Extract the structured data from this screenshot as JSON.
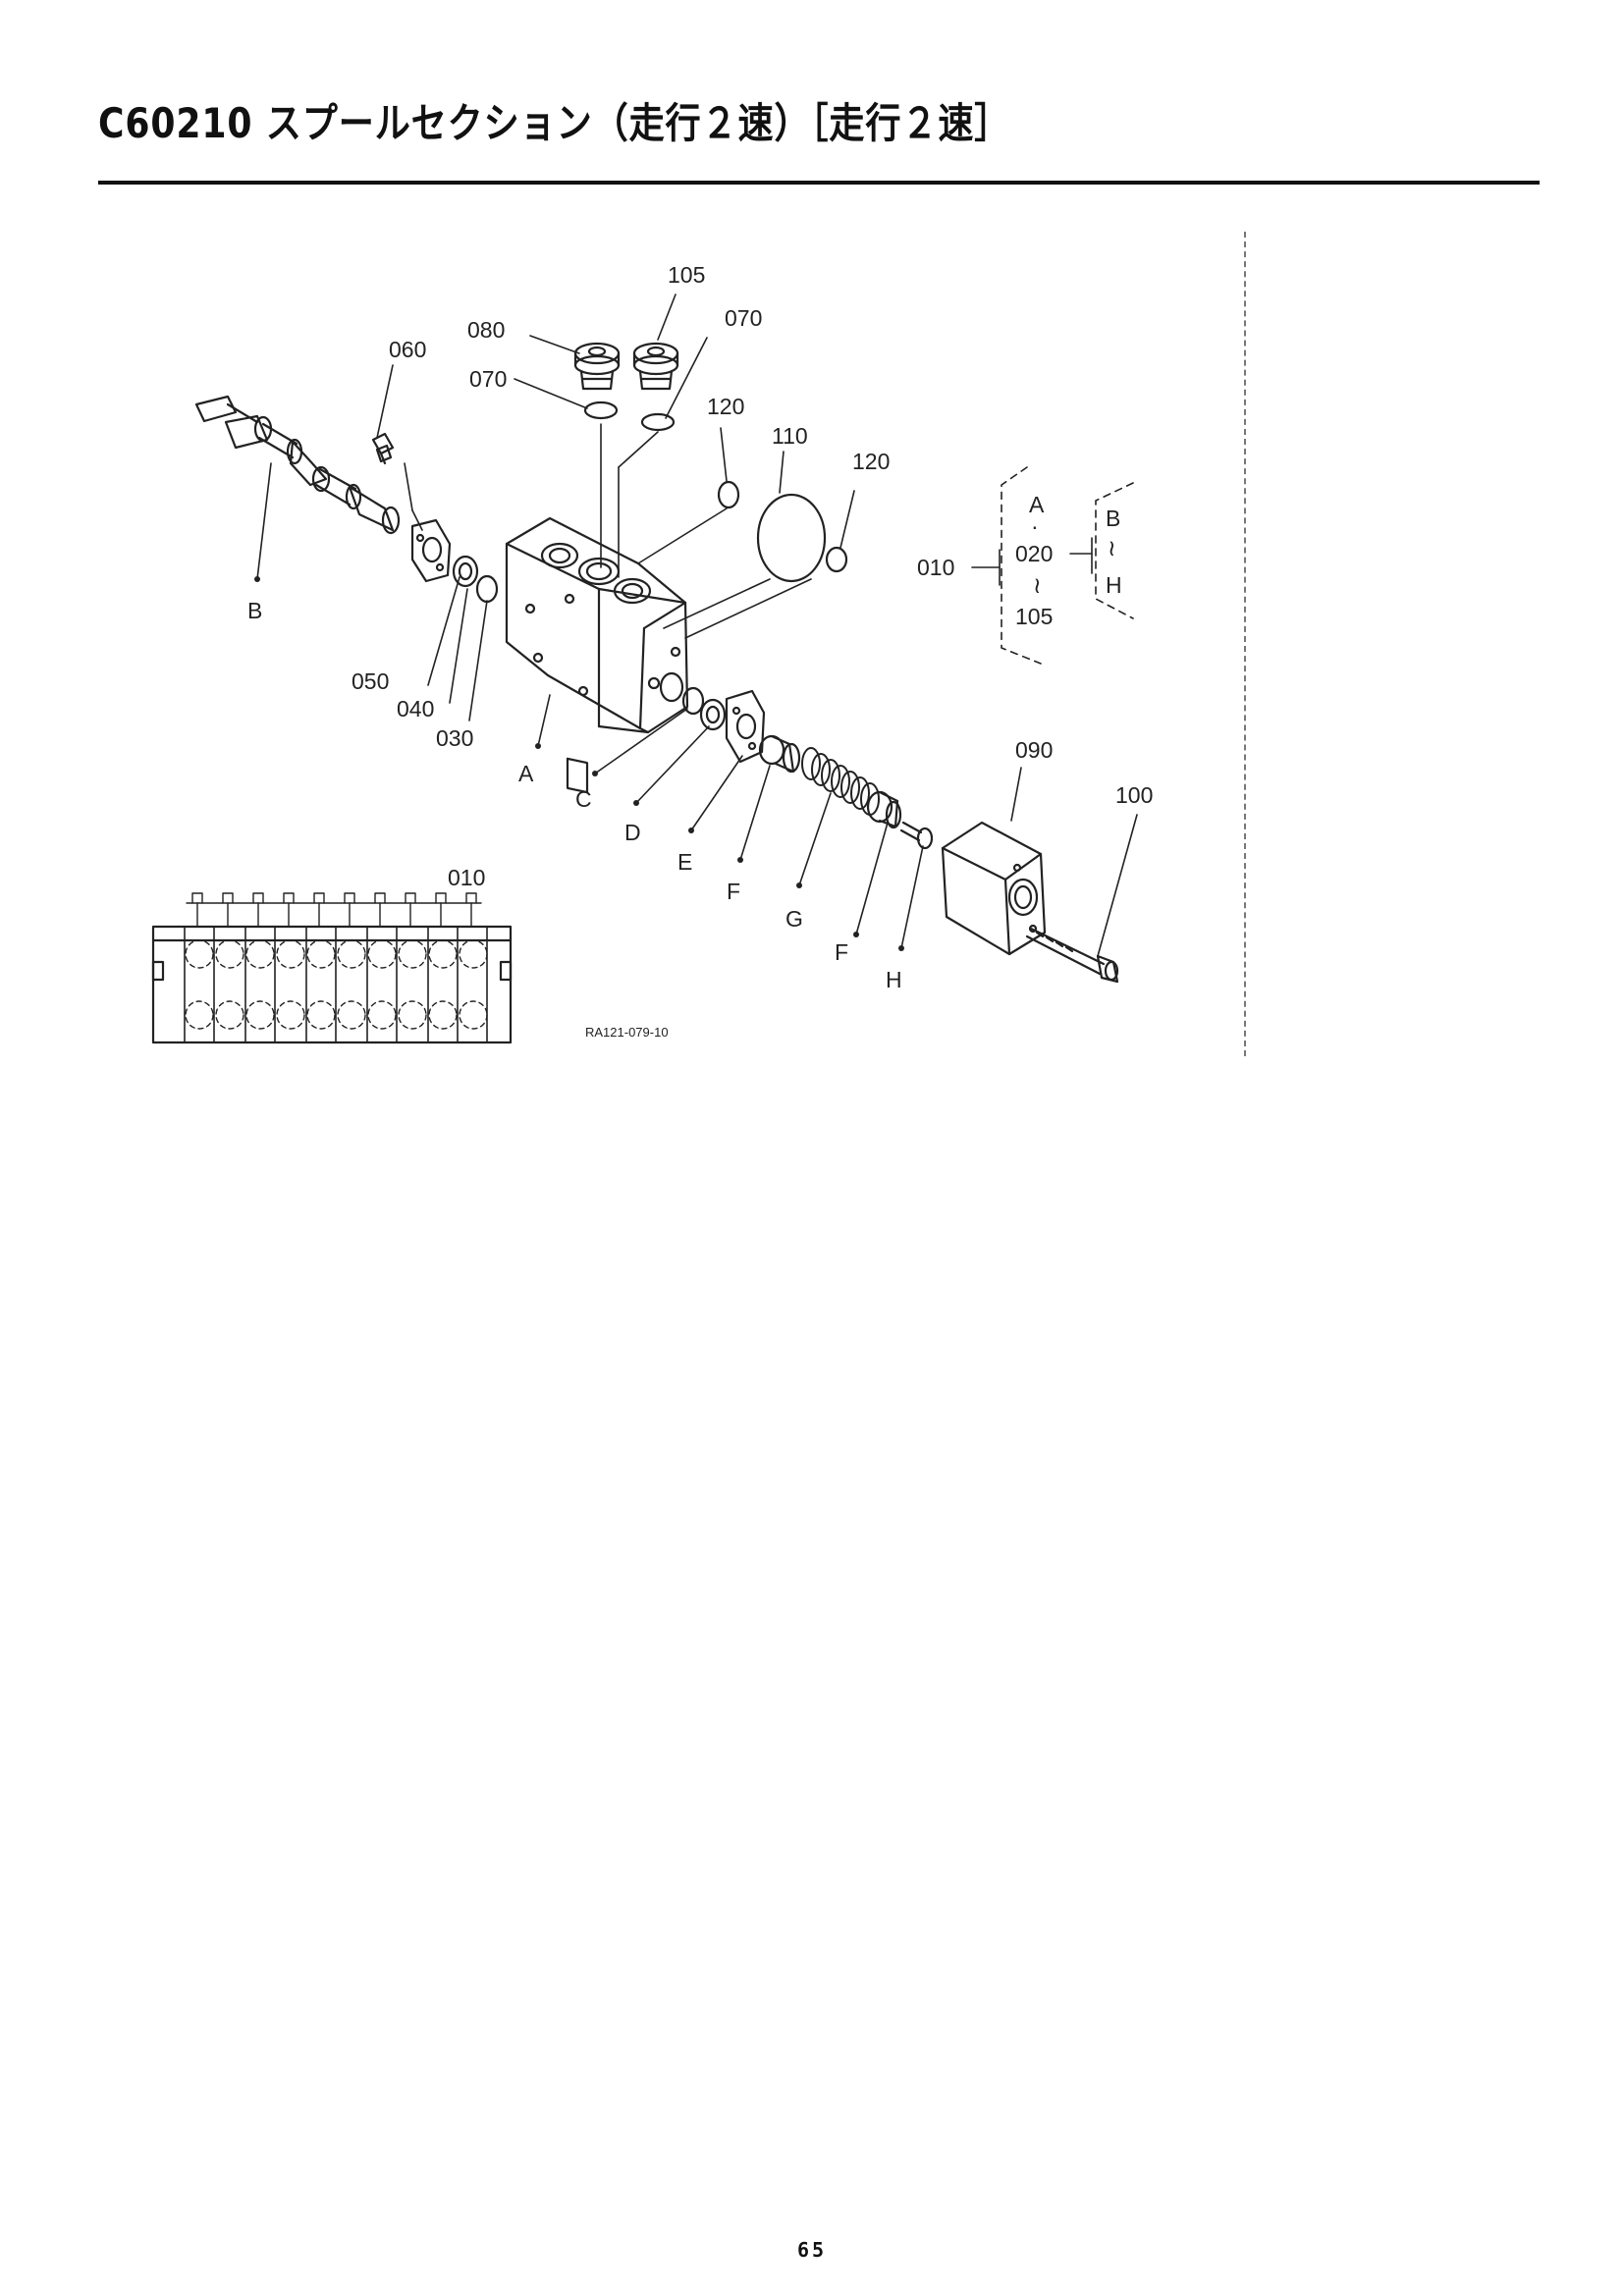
{
  "title": "C60210 スプールセクション（走行２速）［走行２速］",
  "page_number": "65",
  "drawing_code": "RA121-079-10",
  "callouts": {
    "105_top": "105",
    "080": "080",
    "070_right": "070",
    "060": "060",
    "070_left": "070",
    "120_a": "120",
    "110": "110",
    "120_b": "120",
    "B": "B",
    "050": "050",
    "040": "040",
    "030": "030",
    "A": "A",
    "C": "C",
    "D": "D",
    "E": "E",
    "F_1": "F",
    "G": "G",
    "F_2": "F",
    "H": "H",
    "090": "090",
    "100": "100",
    "010_bank": "010"
  },
  "assembly_note": {
    "part": "010",
    "group": "020",
    "range_start": "A",
    "range_mid": "020",
    "range_end": "105",
    "tilde": "≀",
    "dot": "·",
    "alt_start": "B",
    "alt_end": "H"
  }
}
